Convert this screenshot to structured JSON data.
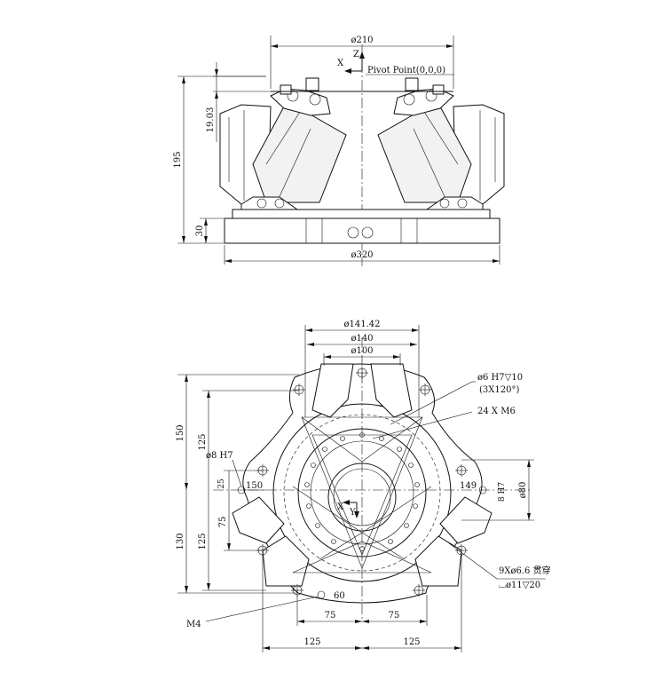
{
  "front_view": {
    "dim_top_diameter": "ø210",
    "axis_z": "Z",
    "axis_x": "X",
    "pivot_label": "Pivot Point(0,0,0)",
    "dim_height": "195",
    "dim_pivot_offset": "19.03",
    "dim_base_height": "30",
    "dim_base_diameter": "ø320"
  },
  "top_view": {
    "dim_d14142": "ø141.42",
    "dim_d140": "ø140",
    "dim_d100": "ø100",
    "callout_pin_holes": "ø6  H7▽10",
    "callout_pin_count": "(3X120°)",
    "callout_m6": "24 X M6",
    "dim_d8_left": "ø8  H7",
    "dim_d8_right": "8  H7",
    "dim_d80": "ø80",
    "dim_150_left": "150",
    "dim_149_right": "149",
    "dim_150_vert": "150",
    "dim_125_upper": "125",
    "dim_25": "25",
    "dim_75_vert": "75",
    "dim_130": "130",
    "dim_125_lower": "125",
    "axis_x": "X",
    "axis_y": "Y",
    "callout_holes": "9Xø6.6  贯穿",
    "callout_cbore": "⌴ø11▽20",
    "dim_60": "60",
    "callout_m4": "M4",
    "dim_75_left": "75",
    "dim_75_right": "75",
    "dim_125_left": "125",
    "dim_125_right": "125"
  }
}
